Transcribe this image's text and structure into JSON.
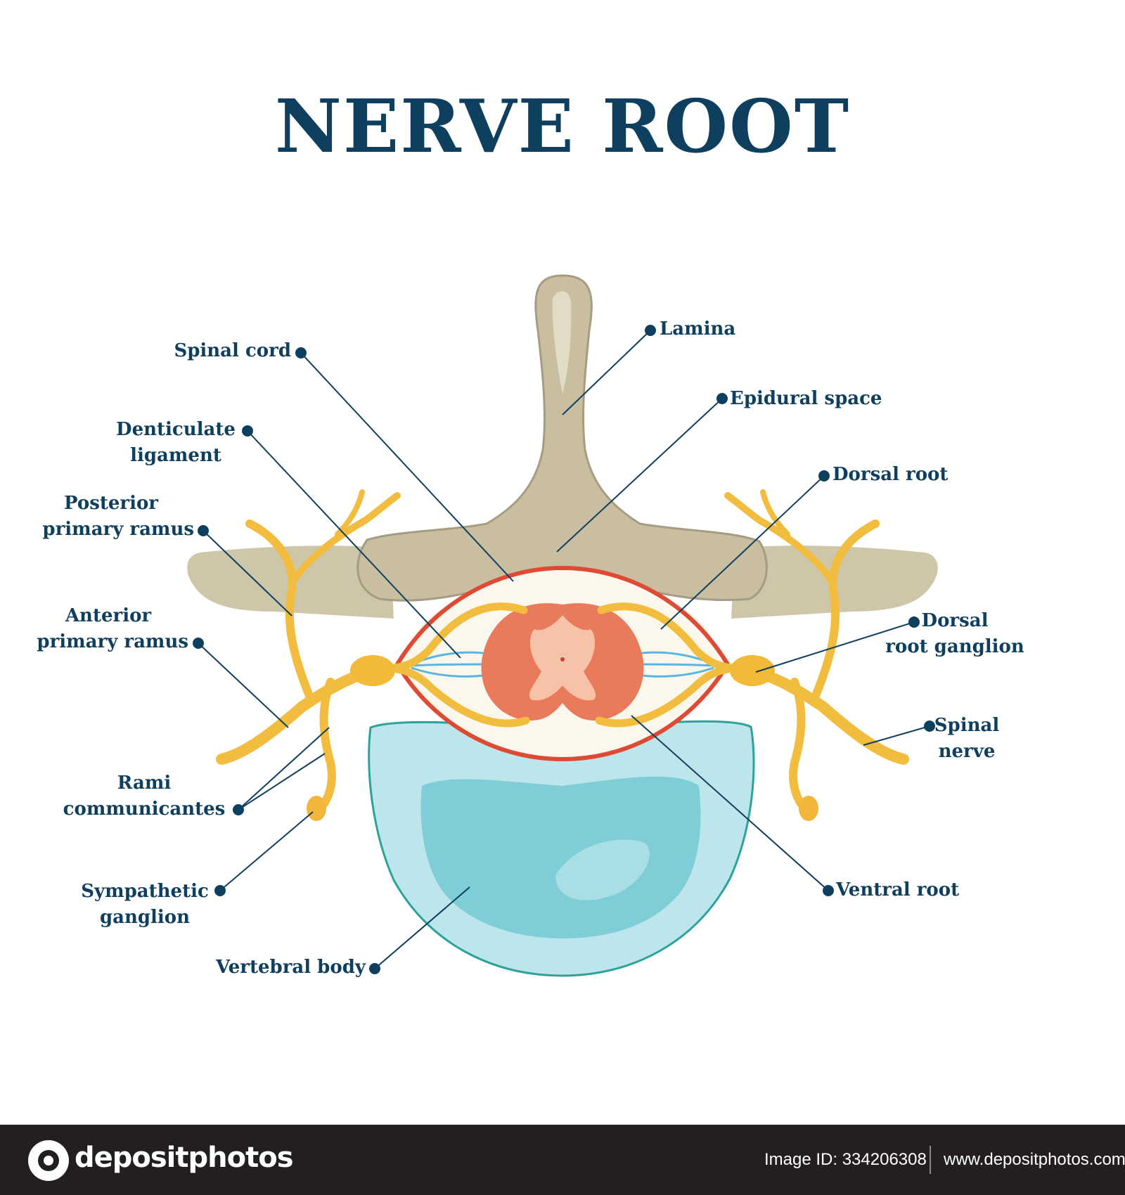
{
  "title": "NERVE ROOT",
  "colors": {
    "title": "#0f3f5f",
    "bone": "#cbc3a4",
    "bone_dark": "#a49c86",
    "disc": "#b9e4ea",
    "disc_inner": "#7dccd6",
    "dura": "#e0462f",
    "spinal_cord": "#ea7b5c",
    "nerve": "#f2bd3e",
    "ligament": "#5ab6e0"
  },
  "labels": {
    "spinal_cord": "Spinal cord",
    "denticulate_ligament": [
      "Denticulate",
      "ligament"
    ],
    "posterior_primary_ramus": [
      "Posterior",
      "primary ramus"
    ],
    "anterior_primary_ramus": [
      "Anterior",
      "primary ramus"
    ],
    "rami_communicantes": [
      "Rami",
      "communicantes"
    ],
    "sympathetic_ganglion": [
      "Sympathetic",
      "ganglion"
    ],
    "vertebral_body": "Vertebral body",
    "lamina": "Lamina",
    "epidural_space": "Epidural space",
    "dorsal_root": "Dorsal root",
    "dorsal_root_ganglion": [
      "Dorsal",
      "root ganglion"
    ],
    "spinal_nerve": [
      "Spinal",
      "nerve"
    ],
    "ventral_root": "Ventral root"
  },
  "footer": {
    "brand": "depositphotos",
    "image_id": "Image ID: 334206308",
    "website": "www.depositphotos.com"
  }
}
